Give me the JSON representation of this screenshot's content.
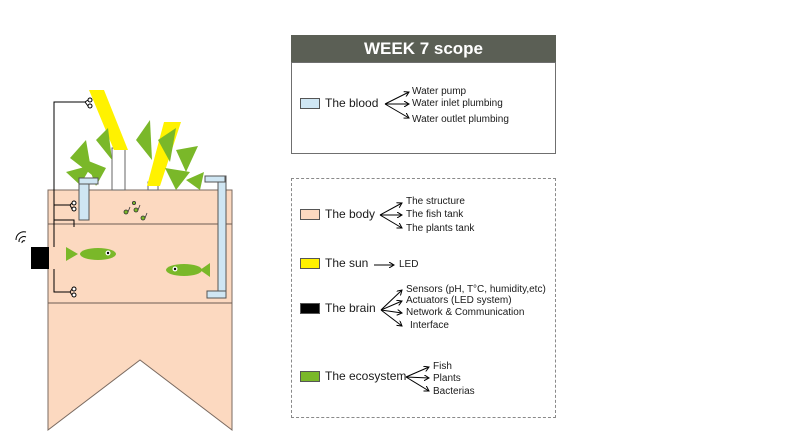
{
  "panel_title": "WEEK 7 scope",
  "blood": {
    "label": "The blood",
    "color": "#cfe6f3",
    "items": [
      "Water pump",
      "Water inlet plumbing",
      "Water outlet plumbing"
    ]
  },
  "body": {
    "label": "The body",
    "color": "#fcd9c0",
    "items": [
      "The structure",
      "The fish tank",
      "The plants tank"
    ]
  },
  "sun": {
    "label": "The sun",
    "color": "#fff200",
    "items": [
      "LED"
    ]
  },
  "brain": {
    "label": "The brain",
    "color": "#000000",
    "items": [
      "Sensors (pH, T°C, humidity,etc)",
      "Actuators (LED system)",
      "Network & Communication",
      "Interface"
    ]
  },
  "ecosystem": {
    "label": "The ecosystem",
    "color": "#7ab829",
    "items": [
      "Fish",
      "Plants",
      "Bacterias"
    ]
  }
}
